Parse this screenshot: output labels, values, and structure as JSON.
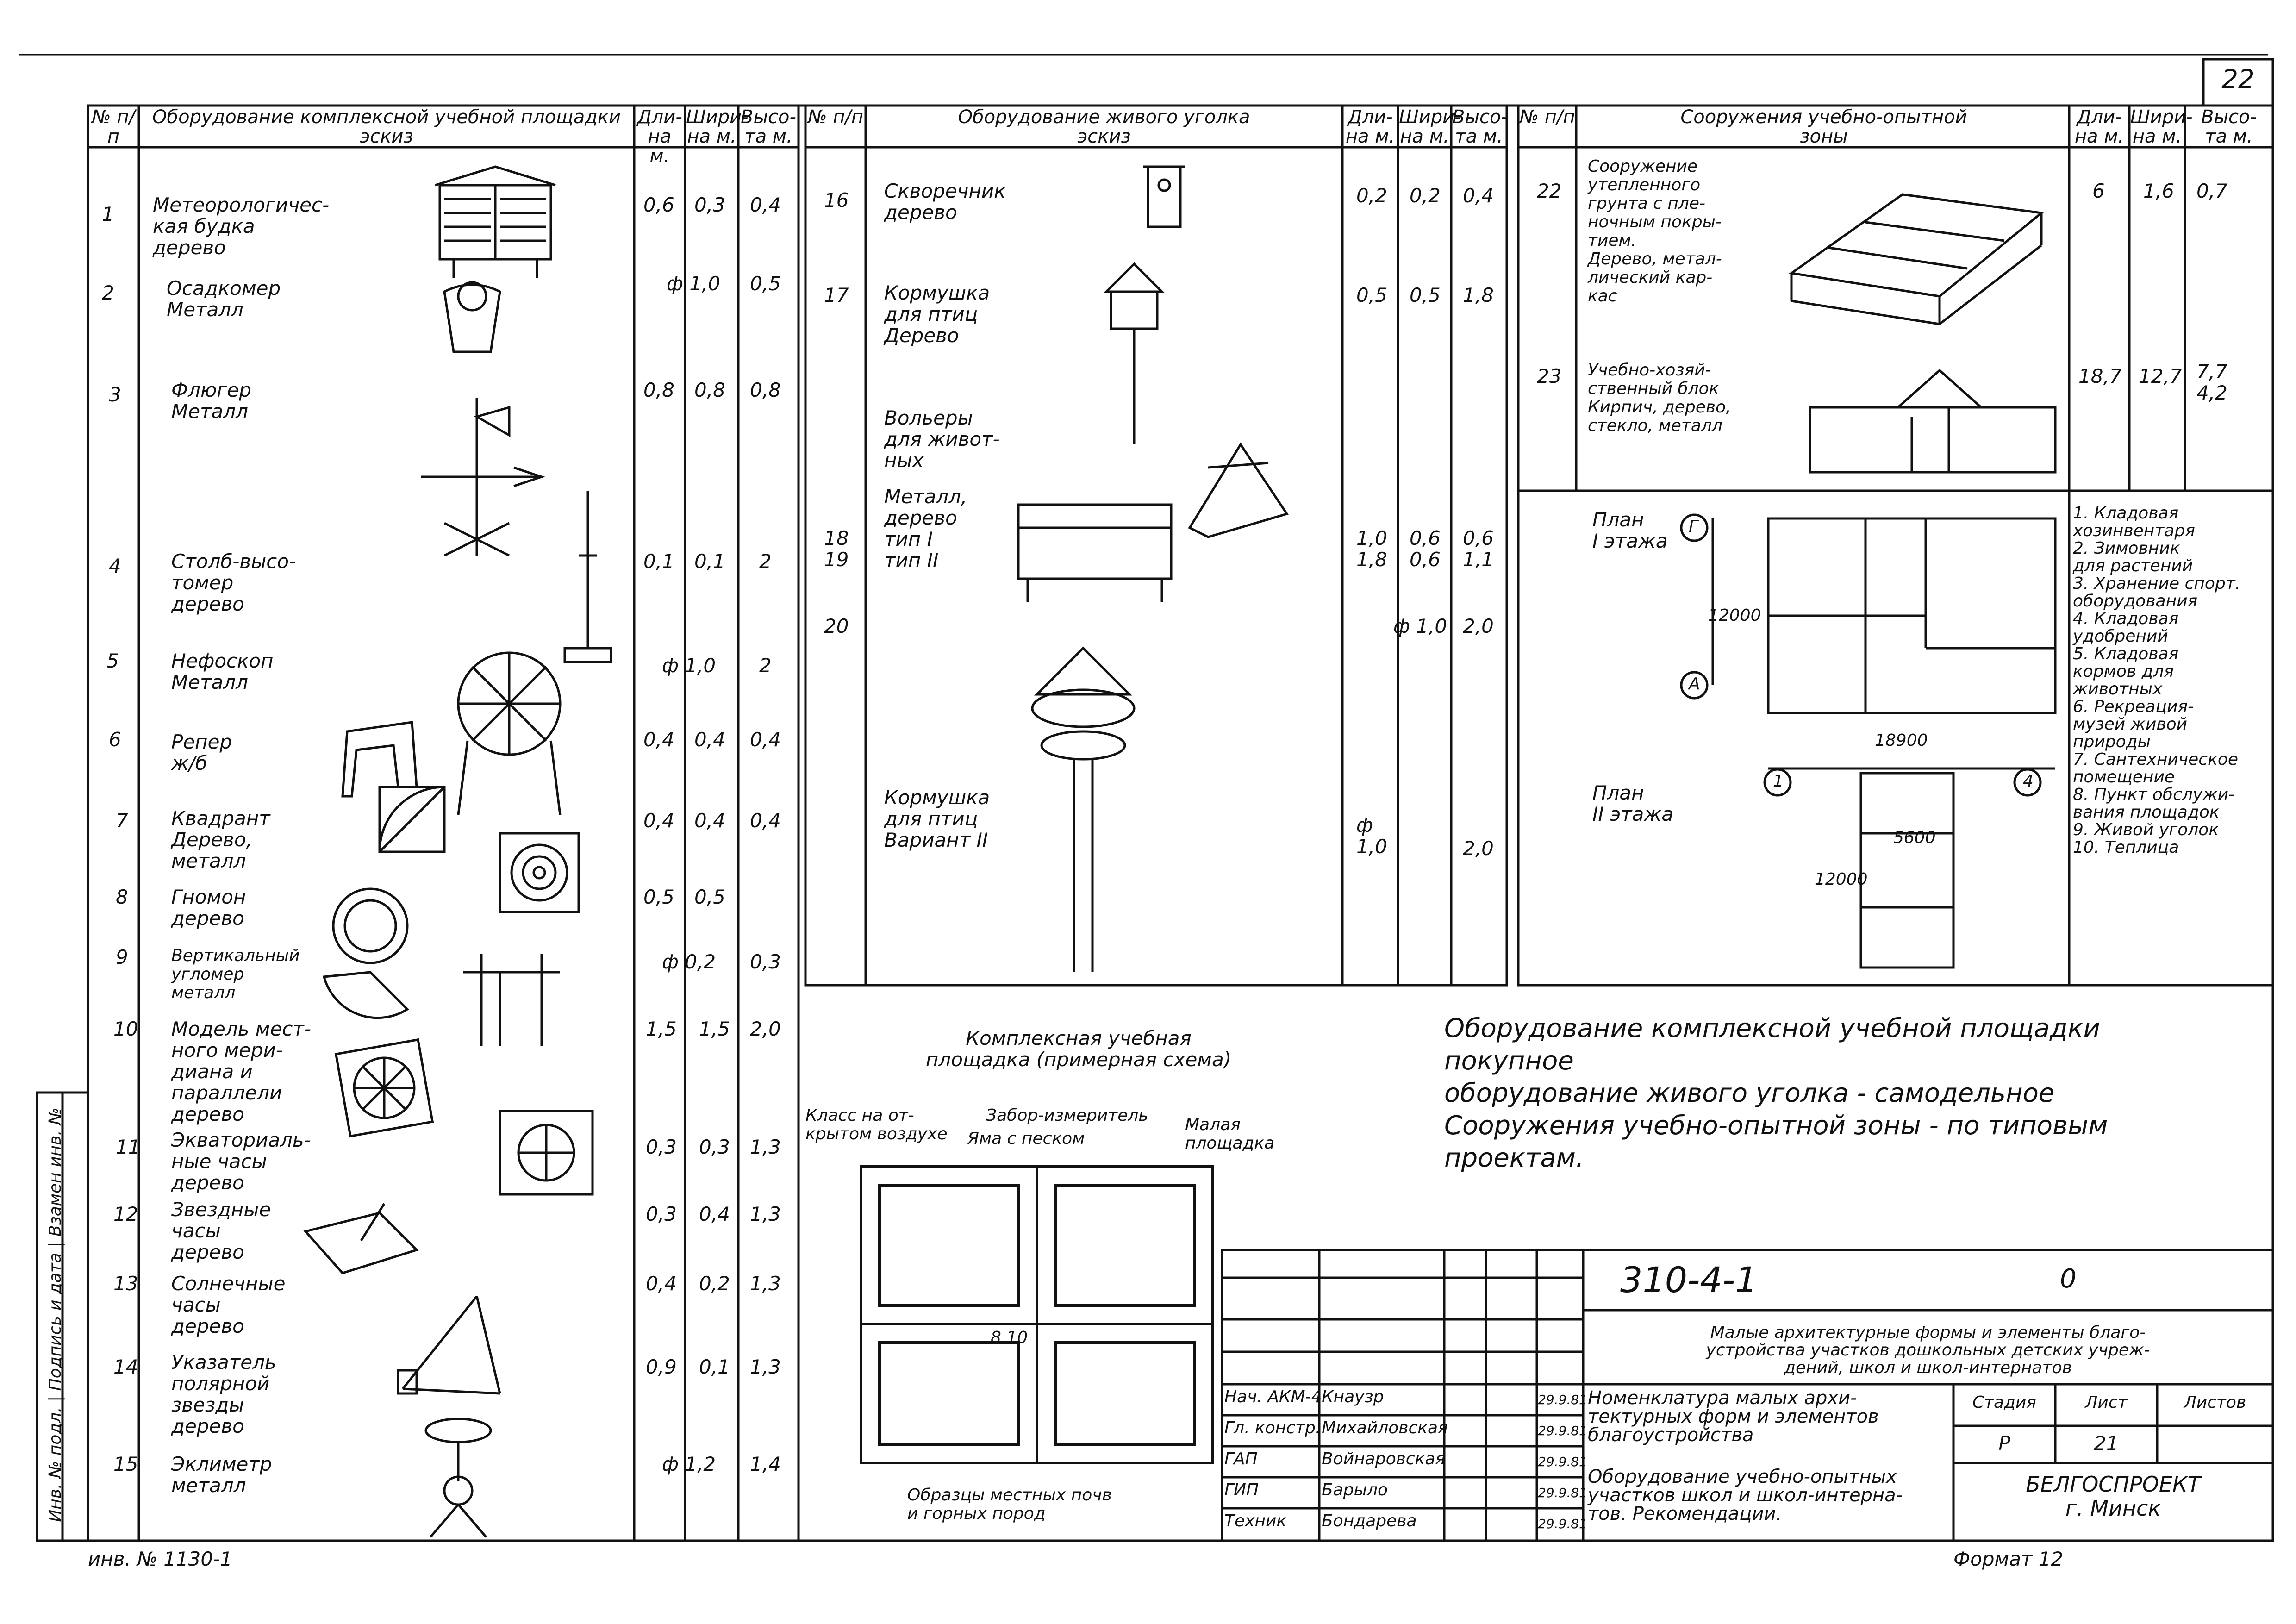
{
  "sheet_number": "22",
  "left_table": {
    "headers": {
      "no": "№ п/п",
      "name": "Оборудование комплексной учебной площадки\nэскиз",
      "length": "Дли-\nна м.",
      "width": "Шири-\nна м.",
      "height": "Высо-\nта м."
    },
    "rows": [
      {
        "no": "1",
        "name": "Метеорологичес-\nкая будка\nдерево",
        "length": "0,6",
        "width": "0,3",
        "height": "0,4"
      },
      {
        "no": "2",
        "name": "Осадкомер\nМеталл",
        "length": "",
        "width": "ф 1,0",
        "height": "0,5"
      },
      {
        "no": "3",
        "name": "Флюгер\nМеталл",
        "length": "0,8",
        "width": "0,8",
        "height": "0,8"
      },
      {
        "no": "4",
        "name": "Столб-высо-\nтомер\nдерево",
        "length": "0,1",
        "width": "0,1",
        "height": "2"
      },
      {
        "no": "5",
        "name": "Нефоскоп\nМеталл",
        "length": "",
        "width": "ф 1,0",
        "height": "2"
      },
      {
        "no": "6",
        "name": "Репер\nж/б",
        "length": "0,4",
        "width": "0,4",
        "height": "0,4"
      },
      {
        "no": "7",
        "name": "Квадрант\nДерево,\nметалл",
        "length": "0,4",
        "width": "0,4",
        "height": "0,4"
      },
      {
        "no": "8",
        "name": "Гномон\nдерево",
        "length": "0,5",
        "width": "0,5",
        "height": ""
      },
      {
        "no": "9",
        "name": "Вертикальный\nугломер\nметалл",
        "length": "",
        "width": "ф 0,2",
        "height": "0,3"
      },
      {
        "no": "10",
        "name": "Модель мест-\nного мери-\nдиана и\nпараллели\nдерево",
        "length": "1,5",
        "width": "1,5",
        "height": "2,0"
      },
      {
        "no": "11",
        "name": "Экваториаль-\nные часы\nдерево",
        "length": "0,3",
        "width": "0,3",
        "height": "1,3"
      },
      {
        "no": "12",
        "name": "Звездные\nчасы\nдерево",
        "length": "0,3",
        "width": "0,4",
        "height": "1,3"
      },
      {
        "no": "13",
        "name": "Солнечные\nчасы\nдерево",
        "length": "0,4",
        "width": "0,2",
        "height": "1,3"
      },
      {
        "no": "14",
        "name": "Указатель\nполярной\nзвезды\nдерево",
        "length": "0,9",
        "width": "0,1",
        "height": "1,3"
      },
      {
        "no": "15",
        "name": "Эклиметр\nметалл",
        "length": "",
        "width": "ф 1,2",
        "height": "1,4"
      }
    ]
  },
  "middle_table": {
    "headers": {
      "no": "№ п/п",
      "name": "Оборудование живого уголка\nэскиз",
      "length": "Дли-\nна м.",
      "width": "Шири-\nна м.",
      "height": "Высо-\nта м."
    },
    "rows": [
      {
        "no": "16",
        "name": "Скворечник\nдерево",
        "length": "0,2",
        "width": "0,2",
        "height": "0,4"
      },
      {
        "no": "17",
        "name": "Кормушка\nдля птиц\nДерево",
        "length": "0,5",
        "width": "0,5",
        "height": "1,8"
      },
      {
        "no": "",
        "name": "Вольеры\nдля живот-\nных",
        "length": "",
        "width": "",
        "height": ""
      },
      {
        "no": "18\n19",
        "name": "Металл,\nдерево\nтип I\nтип II",
        "length": "1,0\n1,8",
        "width": "0,6\n0,6",
        "height": "0,6\n1,1"
      },
      {
        "no": "20",
        "name": "",
        "length": "",
        "width": "ф 1,0",
        "height": "2,0"
      },
      {
        "no": "",
        "name": "Кормушка\nдля птиц\nВариант II",
        "length": "ф\n1,0",
        "width": "",
        "height": "2,0"
      }
    ]
  },
  "right_table": {
    "headers": {
      "no": "№ п/п",
      "name": "Сооружения учебно-опытной\nзоны",
      "length": "Дли-\nна м.",
      "width": "Шири-\nна м.",
      "height": "Высо-\nта м."
    },
    "rows": [
      {
        "no": "22",
        "name": "Сооружение\nутепленного\nгрунта с пле-\nночным покры-\nтием.\nДерево, метал-\nлический кар-\nкас",
        "length": "6",
        "width": "1,6",
        "height": "0,7"
      },
      {
        "no": "23",
        "name": "Учебно-хозяй-\nственный блок\nКирпич, дерево,\nстекло, металл",
        "length": "18,7",
        "width": "12,7",
        "height": "7,7\n4,2"
      }
    ],
    "plan1_label": "План\nI этажа",
    "plan2_label": "План\nII этажа",
    "plan_dim_width": "18900",
    "plan_dim_height": "12000",
    "plan2_dim_width": "5600",
    "plan2_dim_height": "12000",
    "axis_g": "Г",
    "axis_a": "А",
    "axis_1": "1",
    "axis_4": "4",
    "legend": "1. Кладовая\nхозинвентаря\n2. Зимовник\nдля растений\n3. Хранение спорт.\nоборудования\n4. Кладовая\nудобрений\n5. Кладовая\nкормов для\nживотных\n6. Рекреация-\nмузей живой\nприроды\n7. Сантехническое\nпомещение\n8. Пункт обслужи-\nвания площадок\n9. Живой уголок\n10. Теплица"
  },
  "site_plan": {
    "title": "Комплексная учебная\nплощадка (примерная схема)",
    "label_class": "Класс на от-\nкрытом воздухе",
    "label_fence": "Забор-измеритель",
    "label_pit": "Яма с песком",
    "label_platform": "Малая\nплощадка",
    "label_samples": "Образцы местных почв\nи горных пород",
    "label_center": "8.10"
  },
  "notes": {
    "line1": "Оборудование комплексной учебной площадки",
    "line2": "покупное",
    "line3": "оборудование живого уголка - самодельное",
    "line4": "Сооружения учебно-опытной зоны - по типовым",
    "line5": "проектам."
  },
  "title_block": {
    "code": "310-4-1",
    "code_suffix": "0",
    "project": "Малые архитектурные формы и элементы благо-\nустройства участков дошкольных детских учреж-\nдений, школ и школ-интернатов",
    "sheet_name": "Номенклатура малых архи-\nтектурных форм и элементов\nблагоустройства",
    "sheet_desc": "Оборудование учебно-опытных\nучастков школ и школ-интерна-\nтов. Рекомендации.",
    "stage_h": "Стадия",
    "sheet_h": "Лист",
    "sheets_h": "Листов",
    "stage": "Р",
    "sheet": "21",
    "sheets": "",
    "org": "БЕЛГОСПРОЕКТ\nг. Минск",
    "staff": [
      {
        "role": "Нач. АКМ-4",
        "name": "Кнаузр",
        "date": "29.9.81"
      },
      {
        "role": "Гл. констр.",
        "name": "Михайловская",
        "date": "29.9.81"
      },
      {
        "role": "ГАП",
        "name": "Войнаровская",
        "date": "29.9.81"
      },
      {
        "role": "ГИП",
        "name": "Барыло",
        "date": "29.9.81"
      },
      {
        "role": "Техник",
        "name": "Бондарева",
        "date": "29.9.81"
      }
    ]
  },
  "margin_stamp": "Инв. № подл. | Подпись и дата | Взамен инв. №",
  "bottom_left": "инв. № 1130-1",
  "format": "Формат 12"
}
